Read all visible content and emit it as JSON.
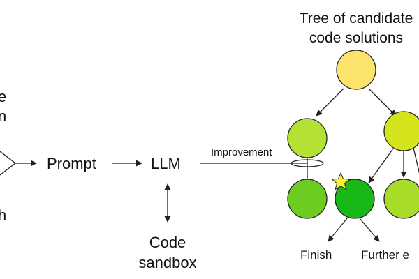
{
  "diagram": {
    "left_partial_top_1": "e",
    "left_partial_top_2": "n",
    "left_partial_bottom": "h",
    "prompt_label": "Prompt",
    "llm_label": "LLM",
    "improvement_label": "Improvement",
    "sandbox_line1": "Code",
    "sandbox_line2": "sandbox",
    "tree_title_line1": "Tree of candidate",
    "tree_title_line2": "code solutions",
    "finish_label": "Finish",
    "further_label": "Further e"
  },
  "colors": {
    "root_node": "#fbe36c",
    "level1_left": "#b4e234",
    "level1_right": "#d4e41c",
    "level2_left": "#6ccc20",
    "level2_middle": "#18b818",
    "level2_right": "#a8dc28",
    "star": "#fff033",
    "line": "#222222"
  },
  "icons": {
    "best_solution": "star-icon"
  }
}
